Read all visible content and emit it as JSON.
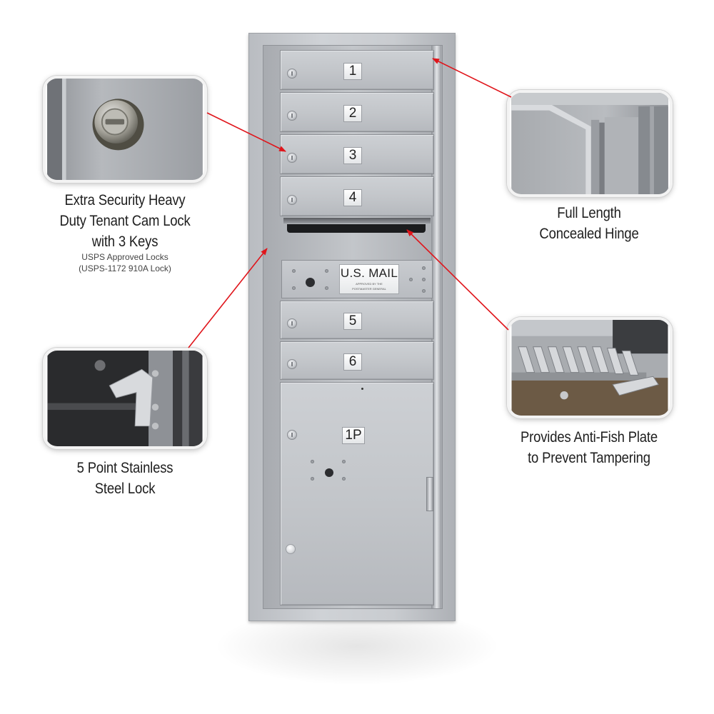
{
  "mailbox": {
    "compartments": [
      {
        "number": "1"
      },
      {
        "number": "2"
      },
      {
        "number": "3"
      },
      {
        "number": "4"
      },
      {
        "number": "5"
      },
      {
        "number": "6"
      }
    ],
    "parcel_locker": {
      "number": "1P"
    },
    "mail_plate": {
      "title": "U.S. MAIL",
      "subtitle_line1": "APPROVED BY THE",
      "subtitle_line2": "POSTMASTER GENERAL"
    },
    "color": "#c3c6ca"
  },
  "callouts": {
    "cam_lock": {
      "icon": "tenant-cam-lock-photo",
      "title_lines": [
        "Extra Security Heavy",
        "Duty Tenant Cam Lock",
        "with 3 Keys"
      ],
      "subtitle_lines": [
        "USPS Approved Locks",
        "(USPS-1172 910A Lock)"
      ]
    },
    "steel_lock": {
      "icon": "stainless-steel-lock-photo",
      "title_lines": [
        "5 Point Stainless",
        "Steel Lock"
      ]
    },
    "hinge": {
      "icon": "concealed-hinge-photo",
      "title_lines": [
        "Full Length",
        "Concealed Hinge"
      ]
    },
    "anti_fish": {
      "icon": "anti-fish-plate-photo",
      "title_lines": [
        "Provides Anti-Fish Plate",
        "to Prevent Tampering"
      ]
    }
  },
  "colors": {
    "arrow": "#e0151b",
    "caption_text": "#1e1e1e"
  }
}
